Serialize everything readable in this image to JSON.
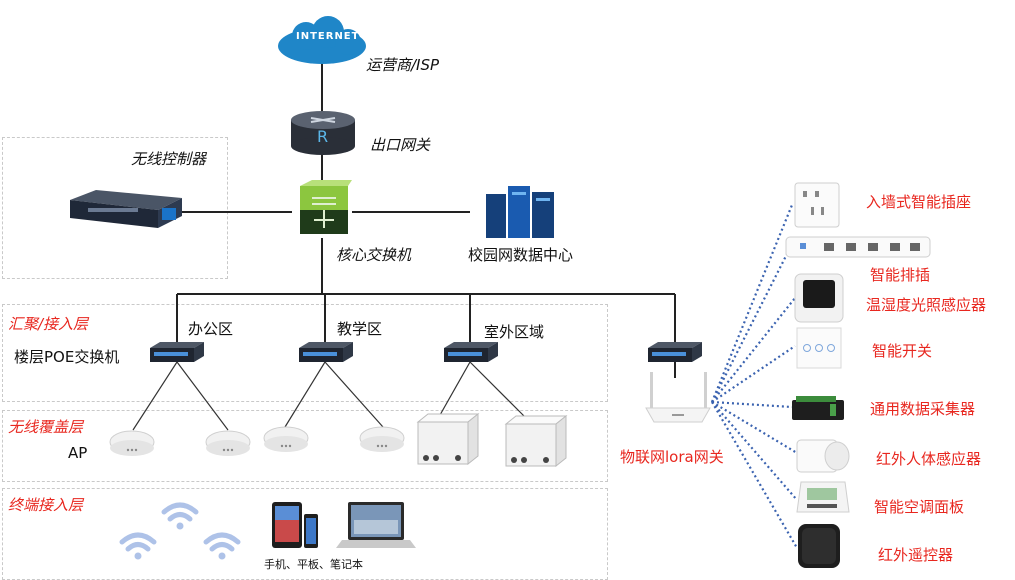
{
  "top": {
    "internet_label": "INTERNET",
    "isp_label": "运营商/ISP",
    "gateway_label": "出口网关"
  },
  "core": {
    "controller_label": "无线控制器",
    "core_switch_label": "核心交换机",
    "datacenter_label": "校园网数据中心"
  },
  "layers": {
    "aggregation": "汇聚/接入层",
    "wireless": "无线覆盖层",
    "terminal": "终端接入层"
  },
  "aggregation": {
    "floor_switch_label": "楼层POE交换机",
    "areas": [
      "办公区",
      "教学区",
      "室外区域"
    ]
  },
  "wireless": {
    "ap_label": "AP"
  },
  "terminal": {
    "devices_label": "手机、平板、笔记本"
  },
  "iot": {
    "gateway_label": "物联网lora网关",
    "devices": [
      "入墙式智能插座",
      "智能排插",
      "温湿度光照感应器",
      "智能开关",
      "通用数据采集器",
      "红外人体感应器",
      "智能空调面板",
      "红外遥控器"
    ]
  },
  "colors": {
    "accent_red": "#e8271f",
    "lora_link_blue": "#3b63b0",
    "switch_green": "#8cc63f",
    "cloud_blue": "#1f86c8"
  }
}
